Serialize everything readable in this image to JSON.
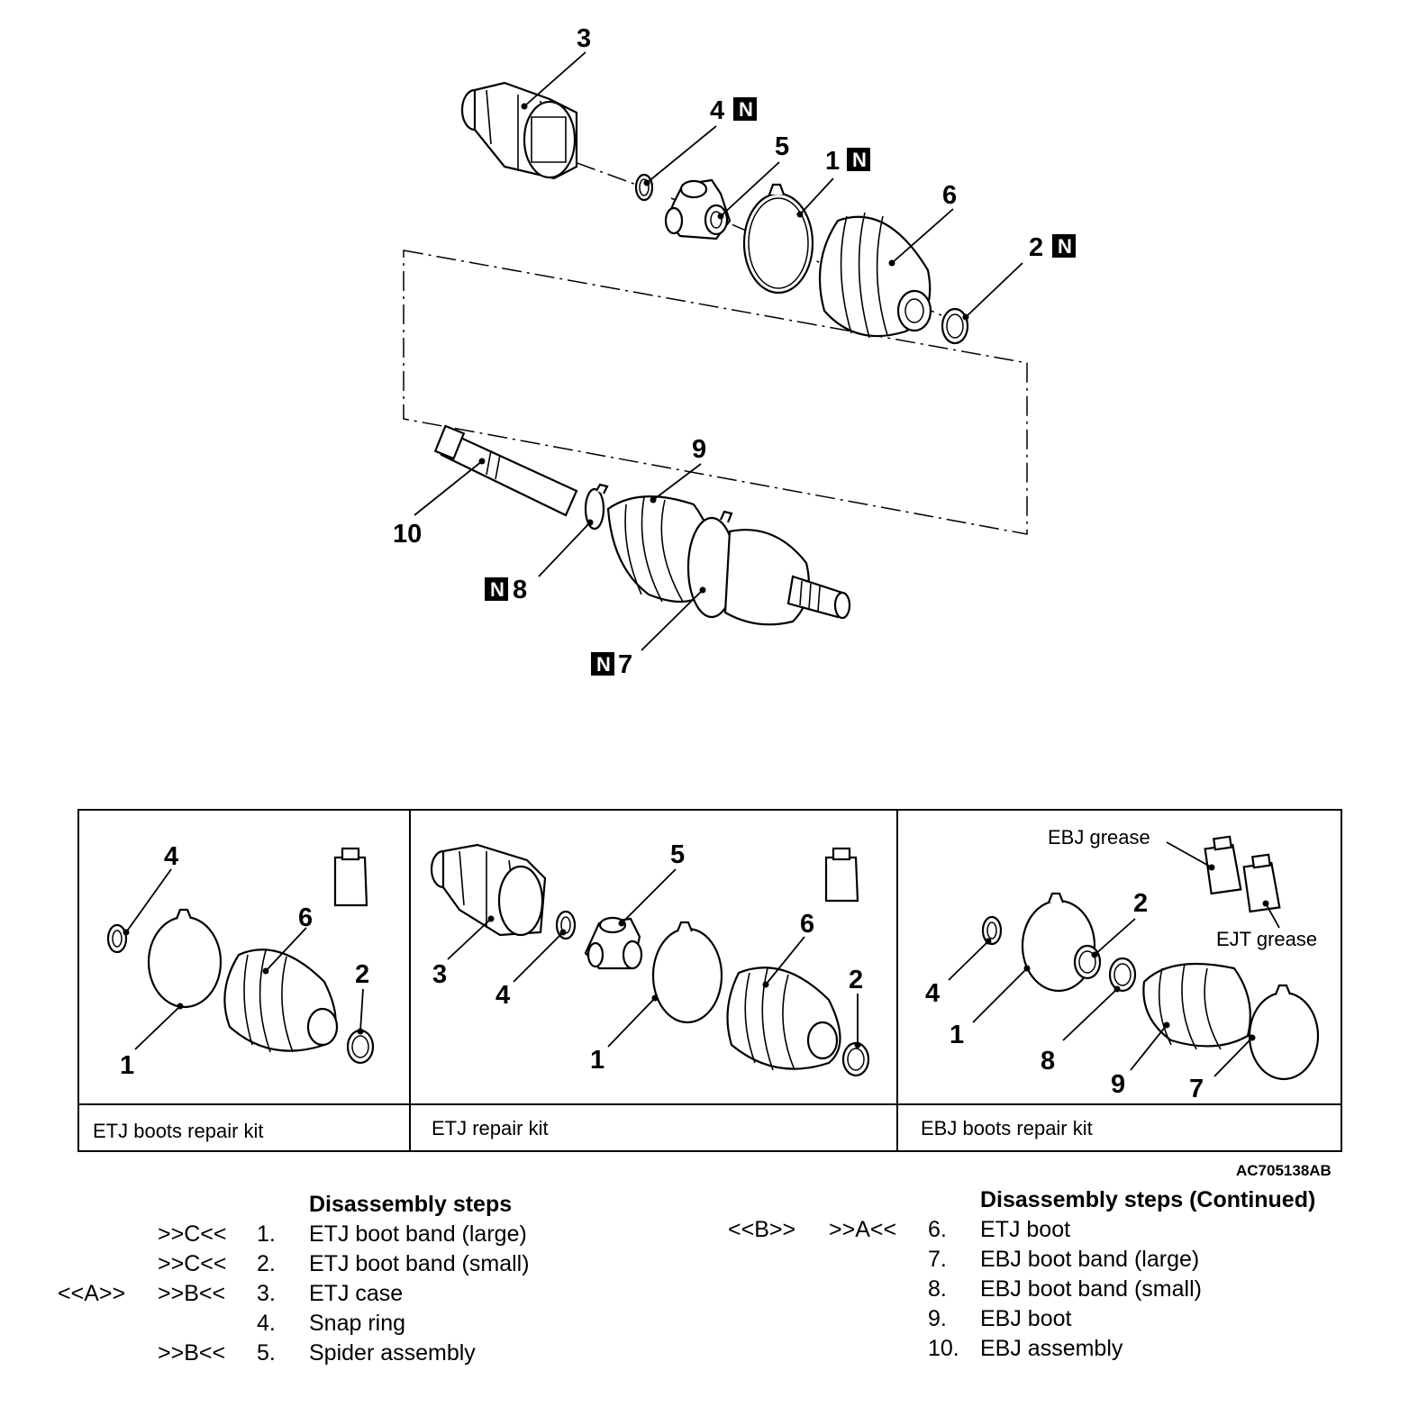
{
  "figure_code": "AC705138AB",
  "callouts": {
    "c1": "1",
    "c2": "2",
    "c3": "3",
    "c4": "4",
    "c5": "5",
    "c6": "6",
    "c7": "7",
    "c8": "8",
    "c9": "9",
    "c10": "10",
    "n": "N"
  },
  "kits": [
    {
      "label": "ETJ boots repair kit"
    },
    {
      "label": "ETJ repair kit"
    },
    {
      "label": "EBJ boots repair kit"
    }
  ],
  "grease": {
    "ebj": "EBJ grease",
    "ejt": "EJT grease"
  },
  "steps_left": {
    "header": "Disassembly steps",
    "rows": [
      {
        "code1": "",
        "code2": ">>C<<",
        "num": "1.",
        "text": "ETJ boot band (large)"
      },
      {
        "code1": "",
        "code2": ">>C<<",
        "num": "2.",
        "text": "ETJ boot band (small)"
      },
      {
        "code1": "<<A>>",
        "code2": ">>B<<",
        "num": "3.",
        "text": "ETJ case"
      },
      {
        "code1": "",
        "code2": "",
        "num": "4.",
        "text": "Snap ring"
      },
      {
        "code1": "",
        "code2": ">>B<<",
        "num": "5.",
        "text": "Spider assembly"
      }
    ]
  },
  "steps_right": {
    "header": "Disassembly steps (Continued)",
    "rows": [
      {
        "code1": "<<B>>",
        "code2": ">>A<<",
        "num": "6.",
        "text": "ETJ boot"
      },
      {
        "code1": "",
        "code2": "",
        "num": "7.",
        "text": "EBJ boot band (large)"
      },
      {
        "code1": "",
        "code2": "",
        "num": "8.",
        "text": "EBJ boot band (small)"
      },
      {
        "code1": "",
        "code2": "",
        "num": "9.",
        "text": "EBJ boot"
      },
      {
        "code1": "",
        "code2": "",
        "num": "10.",
        "text": "EBJ assembly"
      }
    ]
  }
}
